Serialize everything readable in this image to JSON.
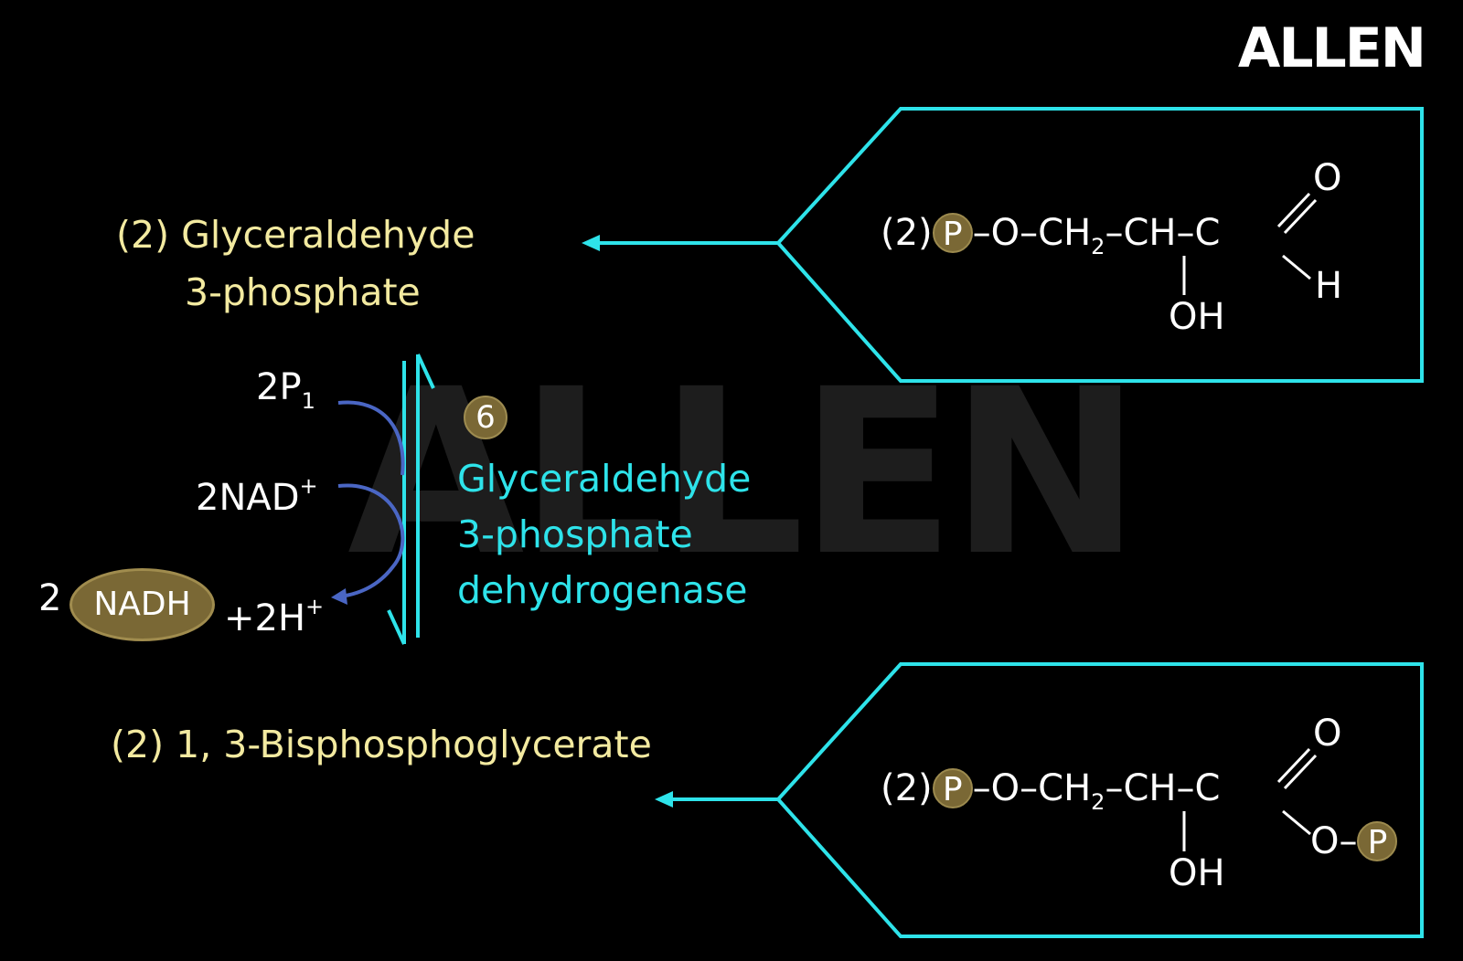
{
  "logo": "ALLEN",
  "watermark": "ALLEN",
  "top": {
    "name_line1": "(2) Glyceraldehyde",
    "name_line2": "3-phosphate",
    "structure": {
      "coef": "(2)",
      "phosphate": "P",
      "chain_a": "–O–CH",
      "sub2": "2",
      "chain_b": "–CH–C",
      "oxygen": "O",
      "hydrogen": "H",
      "oh": "OH"
    }
  },
  "bottom": {
    "name": "(2) 1, 3-Bisphosphoglycerate",
    "structure": {
      "coef": "(2)",
      "phosphate": "P",
      "chain_a": "–O–CH",
      "sub2": "2",
      "chain_b": "–CH–C",
      "oxygen": "O",
      "o_link": "O–",
      "phosphate2": "P",
      "oh": "OH"
    }
  },
  "reaction": {
    "pi_main": "2P",
    "pi_sub": "1",
    "nad_main": "2NAD",
    "nad_sup": "+",
    "nadh_coef": "2",
    "nadh": "NADH",
    "h_main": "+2H",
    "h_sup": "+",
    "step_number": "6",
    "enzyme_line1": "Glyceraldehyde",
    "enzyme_line2": "3-phosphate",
    "enzyme_line3": "dehydrogenase"
  },
  "colors": {
    "background": "#000000",
    "cyan": "#2ee3ea",
    "yellow_label": "#f3eaa0",
    "phosphate_gold": "#7a6835",
    "curve_blue": "#4a66c4"
  }
}
